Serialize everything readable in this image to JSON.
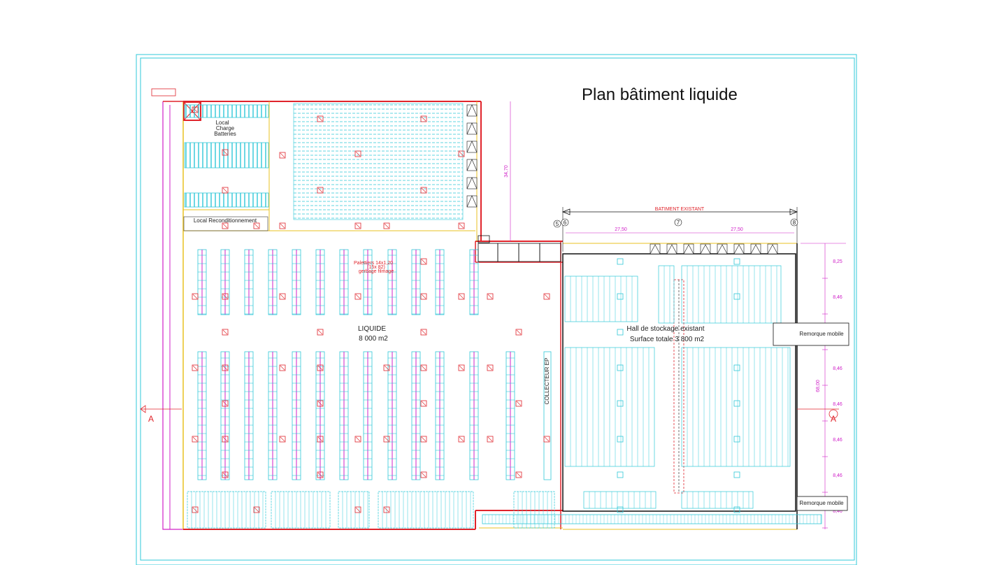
{
  "title": "Plan bâtiment liquide",
  "rooms": {
    "charge_batteries_1": "Local",
    "charge_batteries_2": "Charge",
    "charge_batteries_3": "Batteries",
    "reconditionnement": "Local Reconditionnement",
    "liquide_name": "LIQUIDE",
    "liquide_area": "8 000 m2",
    "hall_name": "Hall de stockage existant",
    "hall_area": "Surface totale 3 800 m2",
    "collecteur": "COLLECTEUR EP"
  },
  "existing_building": {
    "label": "BATIMENT EXISTANT",
    "grid_5": "5",
    "grid_6": "6",
    "grid_7": "7",
    "grid_8": "8",
    "span_left": "27,50",
    "span_right": "27,50"
  },
  "section_marker": "A",
  "bay_dims": [
    "8,25",
    "8,46",
    "8,46",
    "8,46",
    "8,46",
    "8,46",
    "8,46",
    "8,46"
  ],
  "side_dims": {
    "top_right": "34,70",
    "right_total": "68,00"
  },
  "notes": {
    "palettes": [
      "Palettiers 14x1,20",
      "(15x 82)",
      "gerbage filmage"
    ],
    "remorque_top": "Remorque mobile",
    "remorque_bottom": "Remorque mobile"
  },
  "colors": {
    "cyan": "#2fc8d8",
    "magenta": "#d020c8",
    "red": "#e0242b",
    "yellow": "#e8c020",
    "black": "#111111"
  }
}
